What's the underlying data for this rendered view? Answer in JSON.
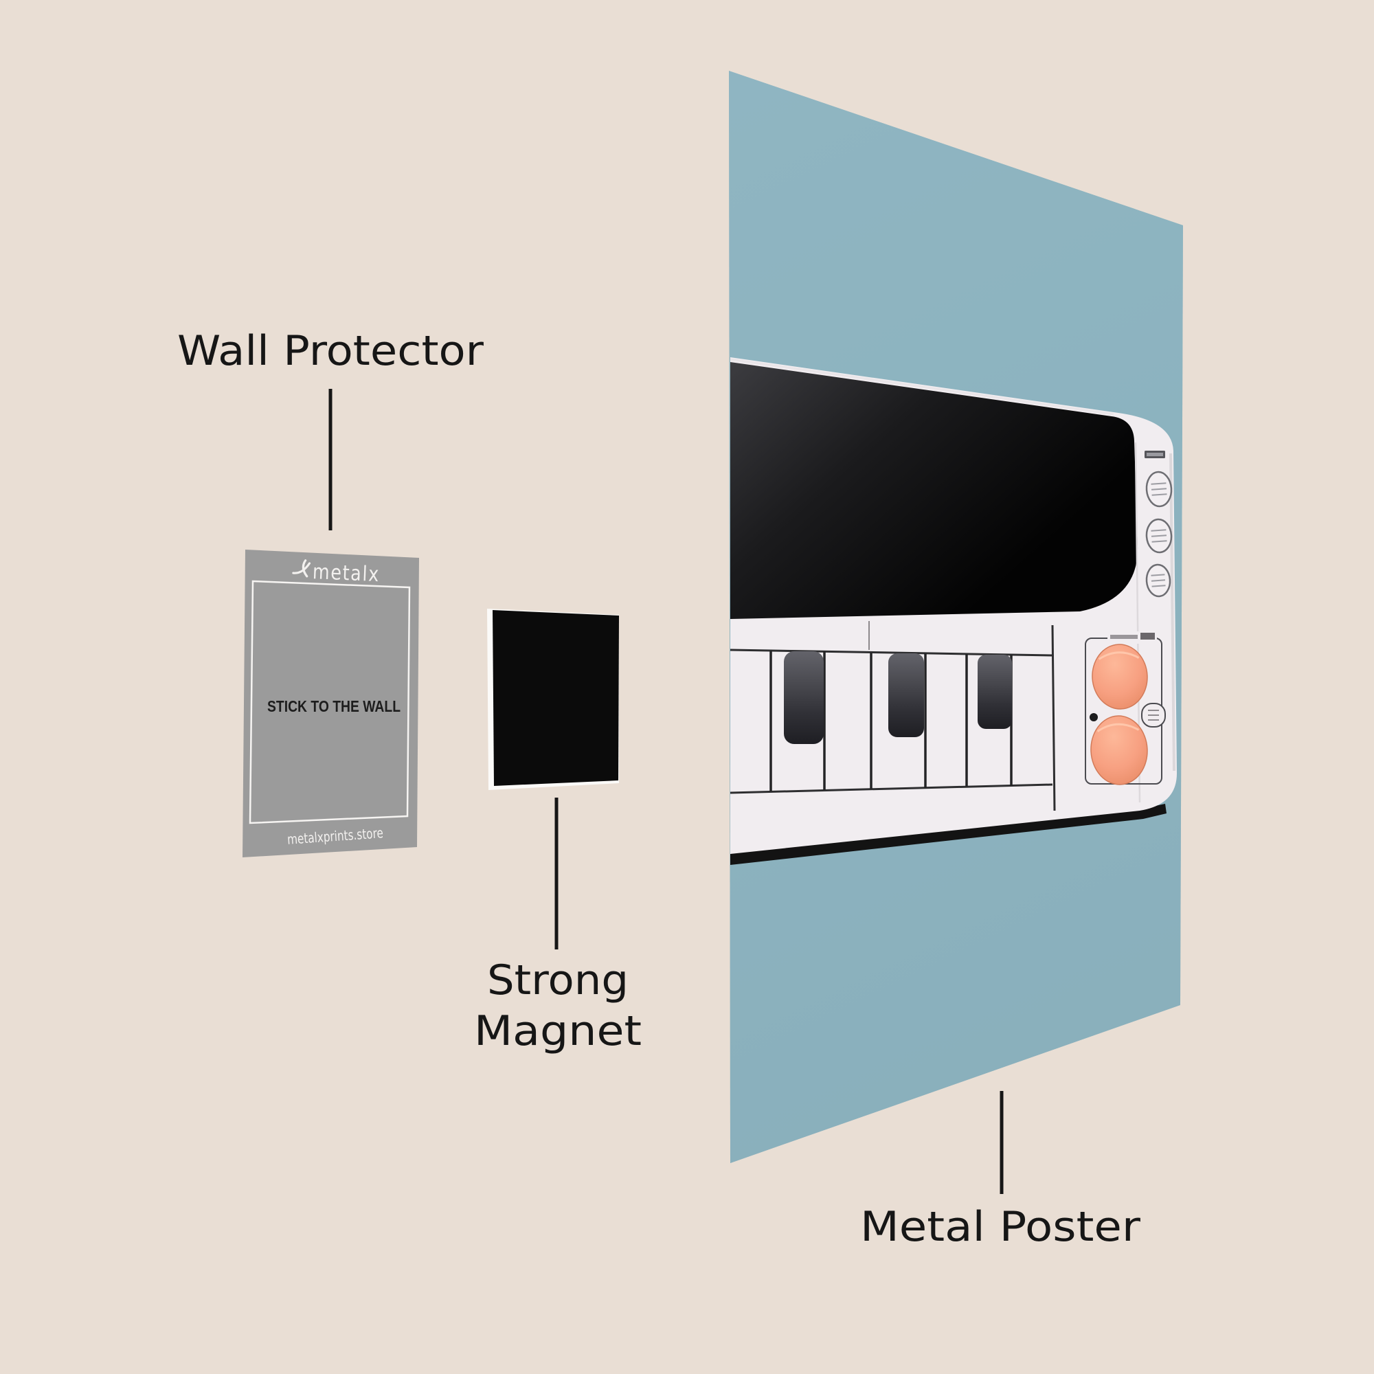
{
  "background_color": "#e9ded4",
  "annotations": {
    "wall_protector": {
      "label": "Wall Protector"
    },
    "strong_magnet": {
      "label_line1": "Strong",
      "label_line2": "Magnet"
    },
    "metal_poster": {
      "label": "Metal Poster"
    }
  },
  "wall_protector_card": {
    "brand": "metalx",
    "center_text": "STICK TO THE WALL",
    "footer_text": "metalxprints.store",
    "color": "#9b9b9b"
  },
  "magnet": {
    "color": "#0b0b0b"
  },
  "poster": {
    "background_color": "#8db3bf",
    "accent_color": "#f59a78",
    "artwork": "synthesizer-keyboard-illustration"
  }
}
